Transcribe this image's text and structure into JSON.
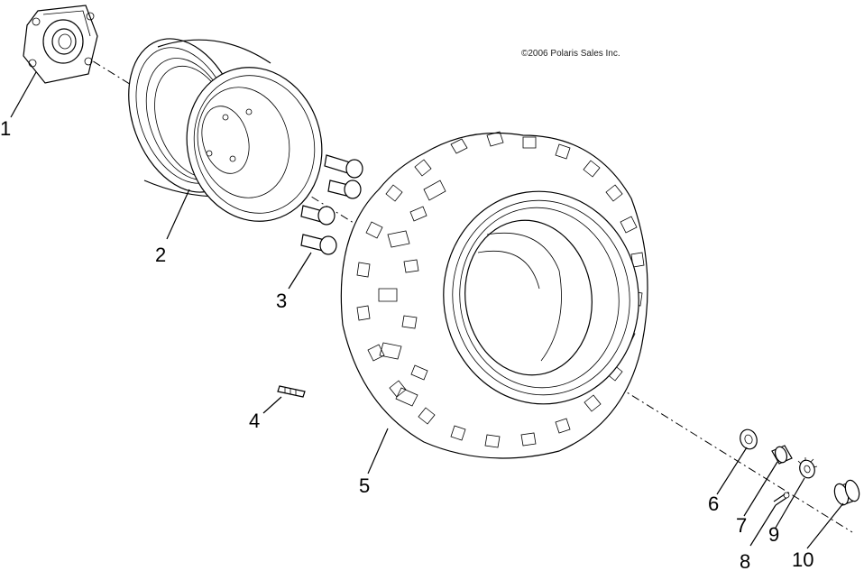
{
  "copyright": "©2006 Polaris Sales Inc.",
  "callouts": [
    "1",
    "2",
    "3",
    "4",
    "5",
    "6",
    "7",
    "8",
    "9",
    "10"
  ]
}
